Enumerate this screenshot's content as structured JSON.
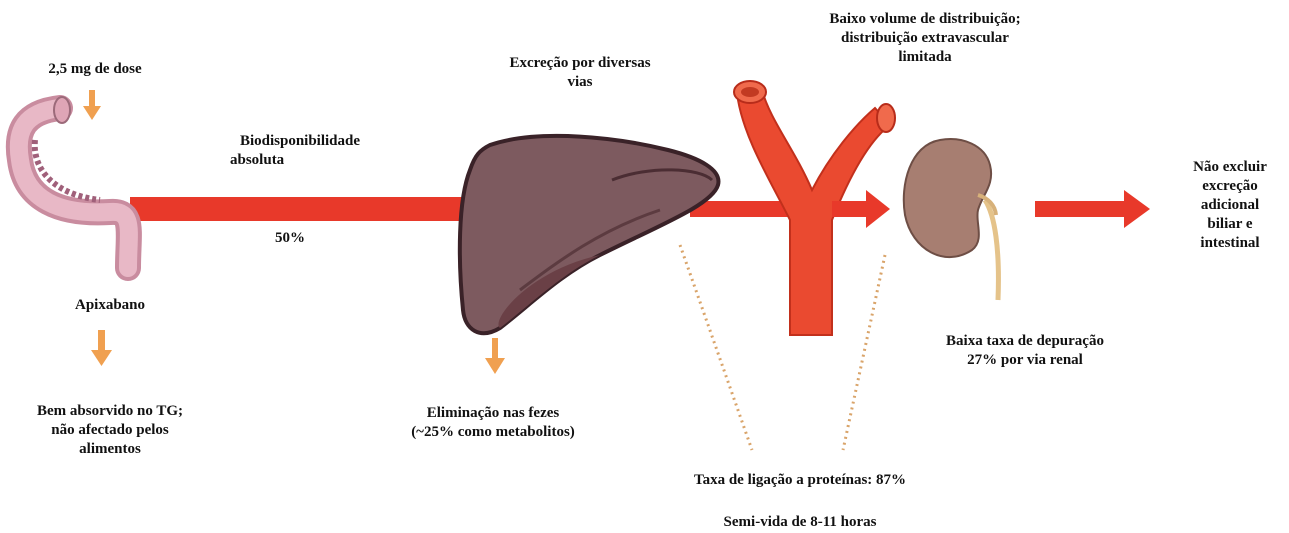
{
  "colors": {
    "arrow_red": "#e8392a",
    "orange_arrow": "#f0a050",
    "dotted_line": "#d9a46a",
    "liver": "#7d5a5f",
    "vessel": "#ea4a30",
    "kidney": "#a77e71",
    "intestine": "#d9a6b7"
  },
  "icons": {
    "intestine": "intestine-icon",
    "liver": "liver-icon",
    "blood_vessel": "blood-vessel-icon",
    "kidney": "kidney-icon"
  },
  "labels": {
    "dose": "2,5 mg de dose",
    "drug_name": "Apixabano",
    "absorption": [
      "Bem absorvido no TG;",
      "não afectado pelos",
      "alimentos"
    ],
    "bioavailability": [
      "Biodisponibilidade",
      "absoluta"
    ],
    "bioavailability_value": "50%",
    "excretion_routes": [
      "Excreção por diversas",
      "vias"
    ],
    "feces": [
      "Eliminação nas fezes",
      "(~25% como metabolitos)"
    ],
    "distribution": [
      "Baixo volume de distribuição;",
      "distribuição extravascular",
      "limitada"
    ],
    "clearance": [
      "Baixa taxa de depuração",
      "27% por via renal"
    ],
    "additional_excretion": [
      "Não excluir",
      "excreção",
      "adicional",
      "biliar e",
      "intestinal"
    ],
    "protein_binding": "Taxa de ligação a proteínas: 87%",
    "half_life": "Semi-vida de 8-11 horas"
  }
}
